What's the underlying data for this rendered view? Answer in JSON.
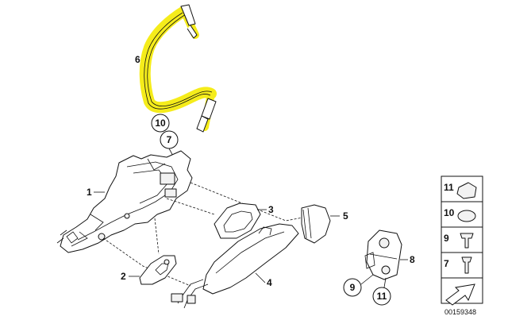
{
  "callouts": {
    "c1": "1",
    "c2": "2",
    "c3": "3",
    "c4": "4",
    "c5": "5",
    "c6": "6",
    "c7": "7",
    "c8": "8",
    "c9": "9",
    "c10": "10",
    "c11": "11"
  },
  "legend": {
    "items": [
      "11",
      "10",
      "9",
      "7"
    ]
  },
  "reference_number": "00159348",
  "colors": {
    "highlight": "#f5ec1b",
    "line": "#111111"
  }
}
